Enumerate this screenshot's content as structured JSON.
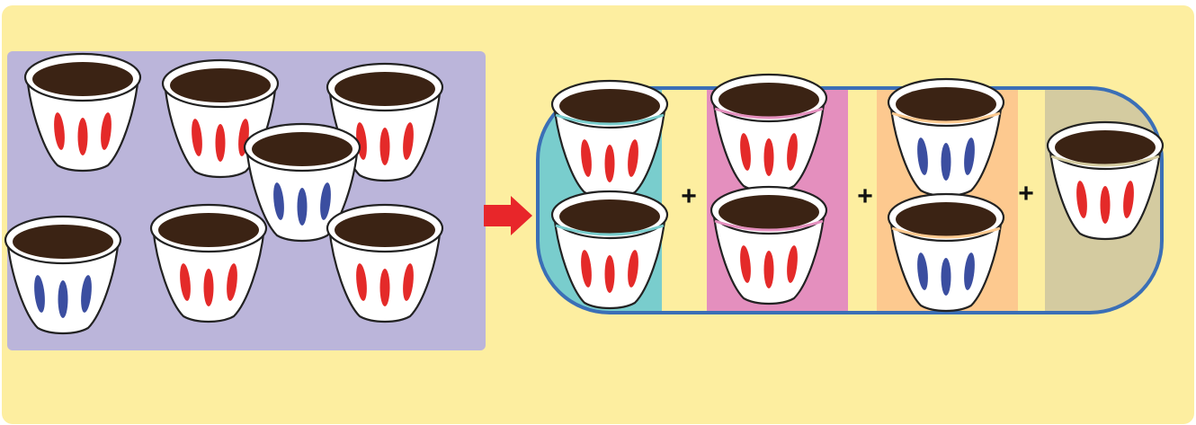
{
  "colors": {
    "background": "#fdeea0",
    "left_panel": "#bbb5da",
    "arrow": "#e8262a",
    "group_border": "#3b6fb6",
    "band_teal": "#79cdcd",
    "band_pink": "#e48fbe",
    "band_orange": "#fdc98f",
    "band_khaki": "#d4cba0",
    "coffee": "#3b2314",
    "red_stripe": "#e42a29",
    "blue_stripe": "#3b4ea0"
  },
  "icons": {
    "cup": "coffee-cup-icon",
    "arrow": "right-arrow-icon"
  },
  "left_panel": {
    "cups": [
      {
        "stripe": "red"
      },
      {
        "stripe": "red"
      },
      {
        "stripe": "red"
      },
      {
        "stripe": "blue"
      },
      {
        "stripe": "blue"
      },
      {
        "stripe": "red"
      },
      {
        "stripe": "red"
      }
    ]
  },
  "groups": [
    {
      "name": "group-1",
      "band": "teal",
      "cups": [
        {
          "stripe": "red",
          "rim": "teal"
        },
        {
          "stripe": "red",
          "rim": "teal"
        }
      ]
    },
    {
      "name": "group-2",
      "band": "pink",
      "cups": [
        {
          "stripe": "red",
          "rim": "pink"
        },
        {
          "stripe": "red",
          "rim": "pink"
        }
      ]
    },
    {
      "name": "group-3",
      "band": "orange",
      "cups": [
        {
          "stripe": "blue",
          "rim": "orange"
        },
        {
          "stripe": "blue",
          "rim": "orange"
        }
      ]
    },
    {
      "name": "group-4",
      "band": "khaki",
      "cups": [
        {
          "stripe": "red",
          "rim": "khaki"
        }
      ]
    }
  ],
  "operators": [
    "+",
    "+",
    "+"
  ]
}
